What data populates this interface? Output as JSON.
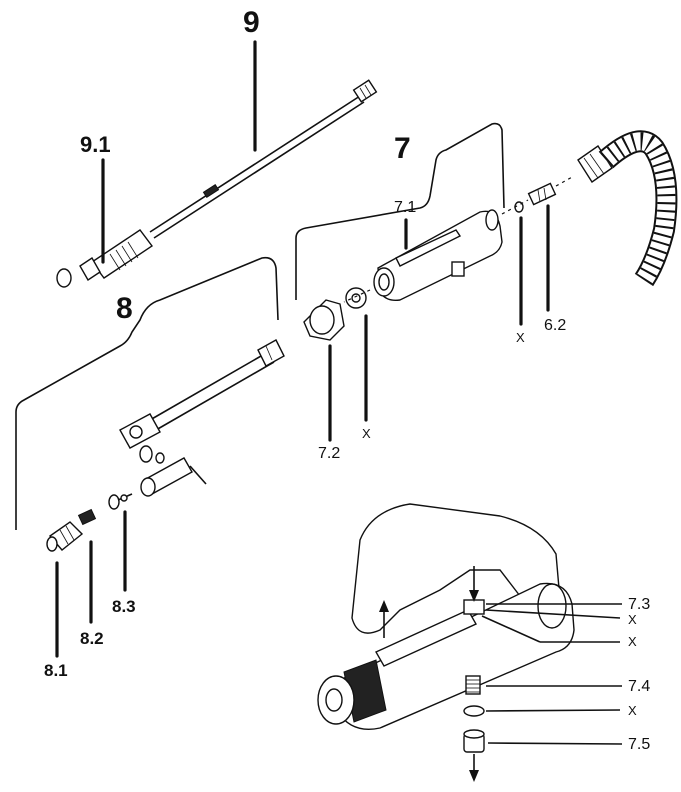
{
  "labels": {
    "assembly_9": "9",
    "part_9_1": "9.1",
    "assembly_7": "7",
    "part_7_1": "7.1",
    "part_7_2": "7.2",
    "part_6_2": "6.2",
    "assembly_8": "8",
    "part_8_1": "8.1",
    "part_8_2": "8.2",
    "part_8_3": "8.3",
    "part_7_3": "7.3",
    "part_7_4": "7.4",
    "part_7_5": "7.5",
    "x_mark": "X"
  }
}
